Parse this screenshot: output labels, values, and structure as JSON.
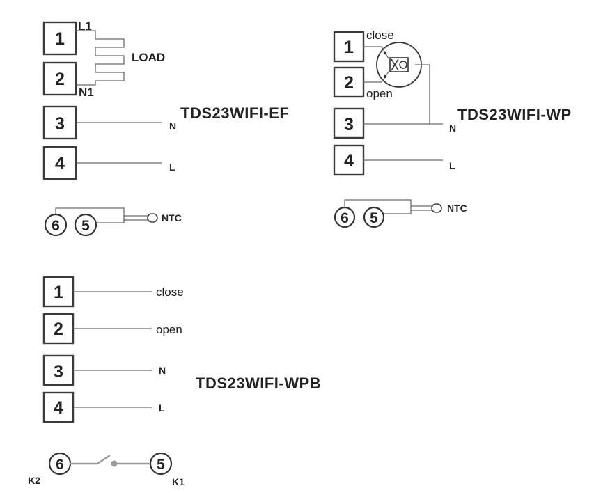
{
  "ef": {
    "title": "TDS23WIFI-EF",
    "terminals": [
      "1",
      "2",
      "3",
      "4"
    ],
    "l1": "L1",
    "n1": "N1",
    "load": "LOAD",
    "n": "N",
    "l": "L",
    "sensor_terms": [
      "6",
      "5"
    ],
    "ntc": "NTC"
  },
  "wp": {
    "title": "TDS23WIFI-WP",
    "terminals": [
      "1",
      "2",
      "3",
      "4"
    ],
    "close": "close",
    "open": "open",
    "n": "N",
    "l": "L",
    "sensor_terms": [
      "6",
      "5"
    ],
    "ntc": "NTC"
  },
  "wpb": {
    "title": "TDS23WIFI-WPB",
    "terminals": [
      "1",
      "2",
      "3",
      "4"
    ],
    "close": "close",
    "open": "open",
    "n": "N",
    "l": "L",
    "switch_terms": [
      "6",
      "5"
    ],
    "k2": "K2",
    "k1": "K1"
  }
}
